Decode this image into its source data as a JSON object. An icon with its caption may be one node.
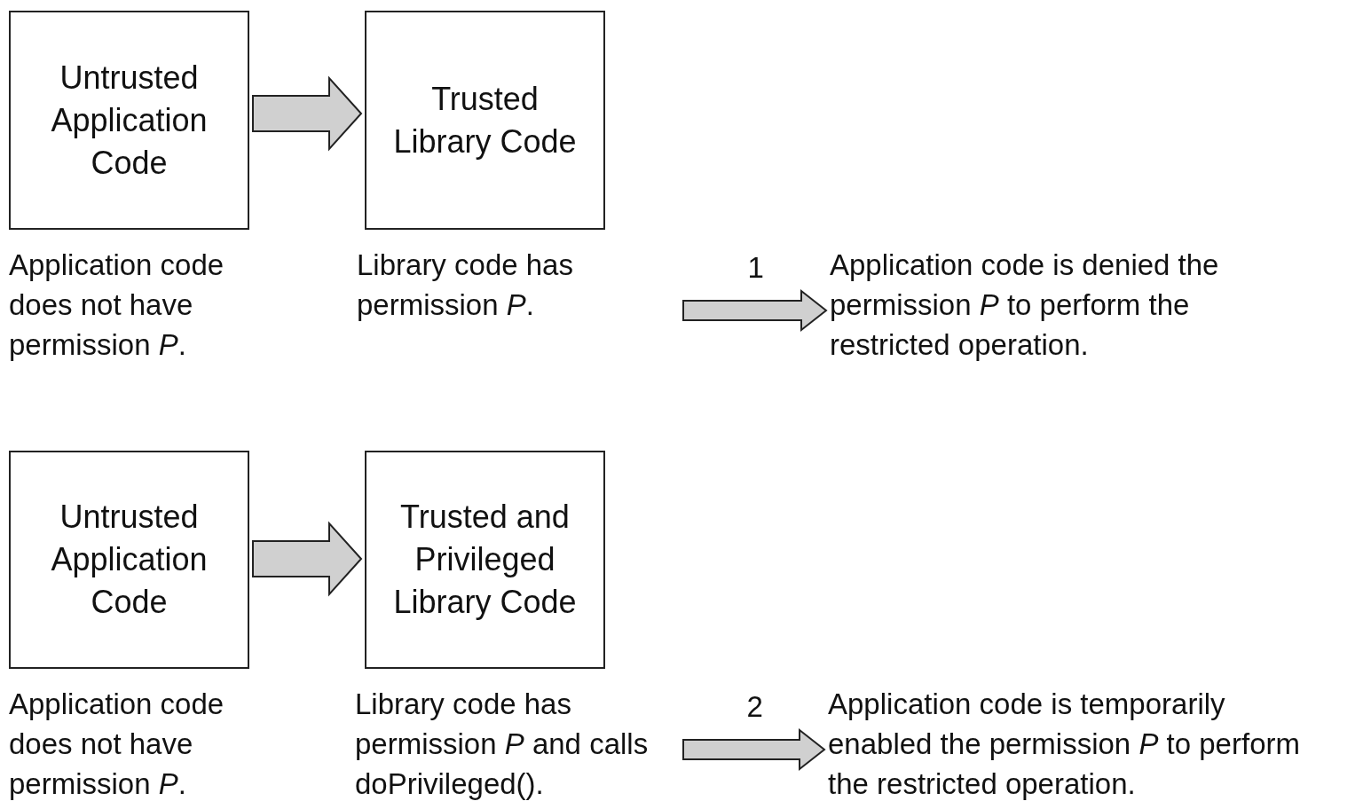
{
  "diagram": {
    "nodes": [
      {
        "text": [
          "Untrusted Application Code"
        ],
        "beside": [
          "Application code does not have permission *P*."
        ]
      },
      {
        "text": [
          "Trusted Library Code"
        ],
        "beside": [
          "Library code has permission *P*."
        ]
      },
      {
        "text": [
          "Application code is denied the permission *P* to perform the restricted operation."
        ]
      },
      {
        "text": [
          "Untrusted Application Code"
        ],
        "beside": [
          "Application code does not have permission *P*."
        ]
      },
      {
        "text": [
          "Trusted and Privileged Library Code"
        ],
        "beside": [
          "Library code has permission *P* and calls doPrivileged()."
        ]
      },
      {
        "text": [
          "Application code is temporarily enabled the permission *P* to perform the restricted operation."
        ]
      }
    ],
    "edges": [
      {
        "from": 0,
        "to": 1,
        "arrow": "to"
      },
      {
        "from": null,
        "to": 2,
        "arrow": "to",
        "label": "1"
      },
      {
        "from": 3,
        "to": 4,
        "arrow": "to"
      },
      {
        "from": null,
        "to": 5,
        "arrow": "to",
        "label": "2"
      }
    ]
  }
}
